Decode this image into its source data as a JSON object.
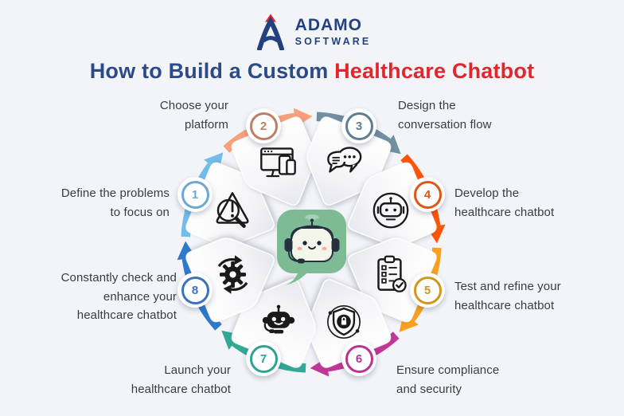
{
  "colors": {
    "background": "#f3f4f8",
    "title_primary": "#2b4a86",
    "title_accent": "#e02730",
    "logo_navy": "#24417f",
    "logo_red": "#df2b2c",
    "label_text": "#3b3c3f",
    "mascot_green": "#7dbb95"
  },
  "logo": {
    "brand": "ADAMO",
    "sub": "SOFTWARE"
  },
  "title": {
    "part1": "How to Build a Custom ",
    "part2": "Healthcare Chatbot"
  },
  "diagram": {
    "center_mascot": "chatbot-mascot-icon",
    "steps": [
      {
        "number": "1",
        "label": "Define the problems to focus on",
        "lines": [
          "Define the problems",
          "to focus on"
        ],
        "icon": "problem-analysis-icon",
        "ring_color": "#6ea7d4",
        "arrow_color": "#74bce9"
      },
      {
        "number": "2",
        "label": "Choose your platform",
        "lines": [
          "Choose your",
          "platform"
        ],
        "icon": "devices-icon",
        "ring_color": "#bd7f63",
        "arrow_color": "#f7a17c"
      },
      {
        "number": "3",
        "label": "Design the conversation flow",
        "lines": [
          "Design the",
          "conversation flow"
        ],
        "icon": "conversation-icon",
        "ring_color": "#5d7d92",
        "arrow_color": "#708fa0"
      },
      {
        "number": "4",
        "label": "Develop the healthcare chatbot",
        "lines": [
          "Develop the",
          "healthcare chatbot"
        ],
        "icon": "chatbot-dev-icon",
        "ring_color": "#e05414",
        "arrow_color": "#fc5507"
      },
      {
        "number": "5",
        "label": "Test and refine your healthcare chatbot",
        "lines": [
          "Test and refine your",
          "healthcare chatbot"
        ],
        "icon": "test-checklist-icon",
        "ring_color": "#d3951c",
        "arrow_color": "#f8a120"
      },
      {
        "number": "6",
        "label": "Ensure compliance and security",
        "lines": [
          "Ensure compliance",
          "and security"
        ],
        "icon": "security-icon",
        "ring_color": "#b93390",
        "arrow_color": "#c33597"
      },
      {
        "number": "7",
        "label": "Launch your healthcare chatbot",
        "lines": [
          "Launch your",
          "healthcare chatbot"
        ],
        "icon": "launch-bot-icon",
        "ring_color": "#2ea291",
        "arrow_color": "#32a897"
      },
      {
        "number": "8",
        "label": "Constantly check and enhance your healthcare chatbot",
        "lines": [
          "Constantly check and",
          "enhance your",
          "healthcare chatbot"
        ],
        "icon": "maintain-gear-icon",
        "ring_color": "#3a72bd",
        "arrow_color": "#2f78cb"
      }
    ]
  }
}
